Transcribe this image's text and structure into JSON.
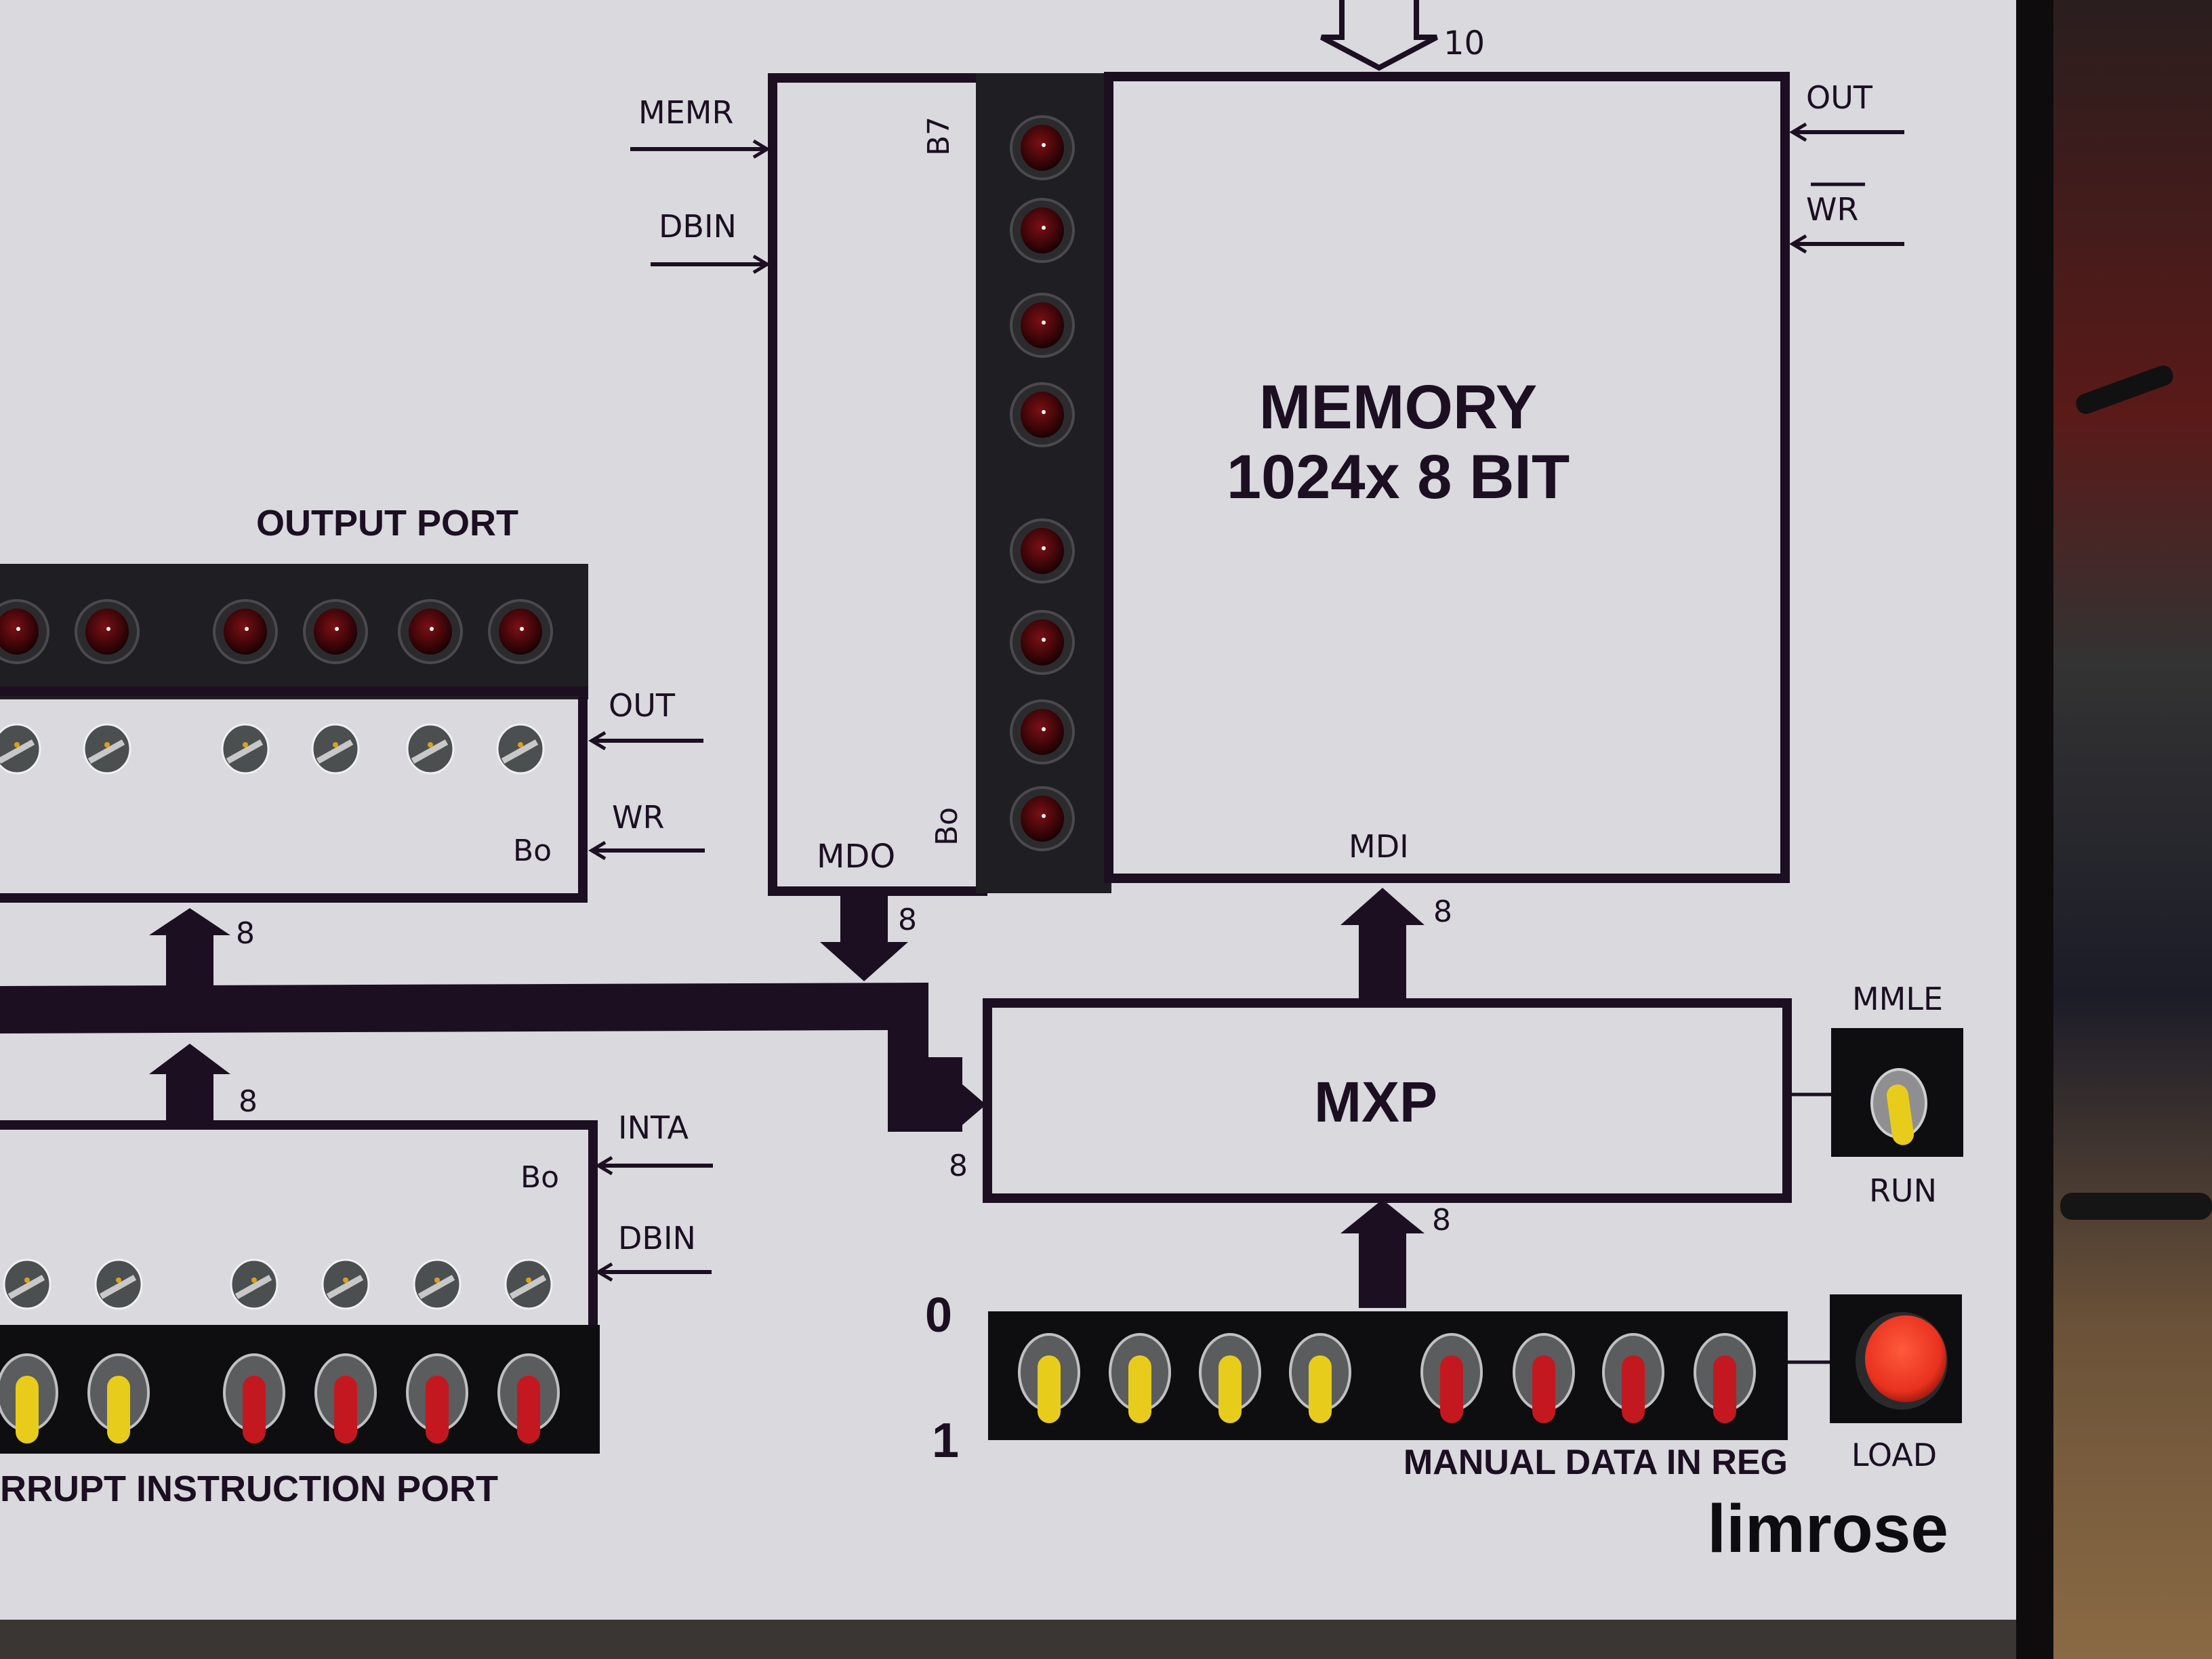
{
  "panel": {
    "brand": "limrose",
    "colors": {
      "panel_bg": "#d9d9de",
      "ink": "#1c0f22",
      "led_off": "#3b0508",
      "toggle_yellow": "#e8cc1c",
      "toggle_red": "#c41820",
      "load_button": "#e8311e"
    }
  },
  "memory": {
    "title_line1": "MEMORY",
    "title_line2": "1024x 8 BIT",
    "address_bus_width": "10",
    "inputs_left": [
      "MEMR",
      "DBIN"
    ],
    "inputs_right": [
      "OUT",
      "WR"
    ],
    "wr_active_low": true,
    "bit_high_label": "B7",
    "bit_low_label": "Bo",
    "data_out_label": "MDO",
    "data_in_label": "MDI",
    "data_out_width": "8",
    "data_in_width": "8",
    "leds": [
      0,
      0,
      0,
      0,
      0,
      0,
      0,
      0
    ]
  },
  "output_port": {
    "title": "OUTPUT PORT",
    "inputs": [
      "OUT",
      "WR"
    ],
    "bit_low_label": "Bo",
    "bus_width": "8",
    "leds": [
      0,
      0,
      0,
      0,
      0,
      0
    ]
  },
  "interrupt_port": {
    "title": "RRUPT INSTRUCTION PORT",
    "inputs": [
      "INTA",
      "DBIN"
    ],
    "bit_low_label": "Bo",
    "bus_width": "8",
    "toggles": [
      "yellow",
      "yellow",
      "red",
      "red",
      "red",
      "red"
    ]
  },
  "mxp": {
    "title": "MXP",
    "bus_in_width": "8",
    "manual_in_width": "8"
  },
  "mmle": {
    "top_label": "MMLE",
    "bottom_label": "RUN",
    "switch_position": "RUN"
  },
  "manual_data_reg": {
    "title": "MANUAL DATA IN REG",
    "zero_label": "0",
    "one_label": "1",
    "toggles": [
      "yellow",
      "yellow",
      "yellow",
      "yellow",
      "red",
      "red",
      "red",
      "red"
    ],
    "toggle_states": [
      1,
      1,
      1,
      1,
      1,
      1,
      1,
      1
    ]
  },
  "load": {
    "label": "LOAD"
  }
}
